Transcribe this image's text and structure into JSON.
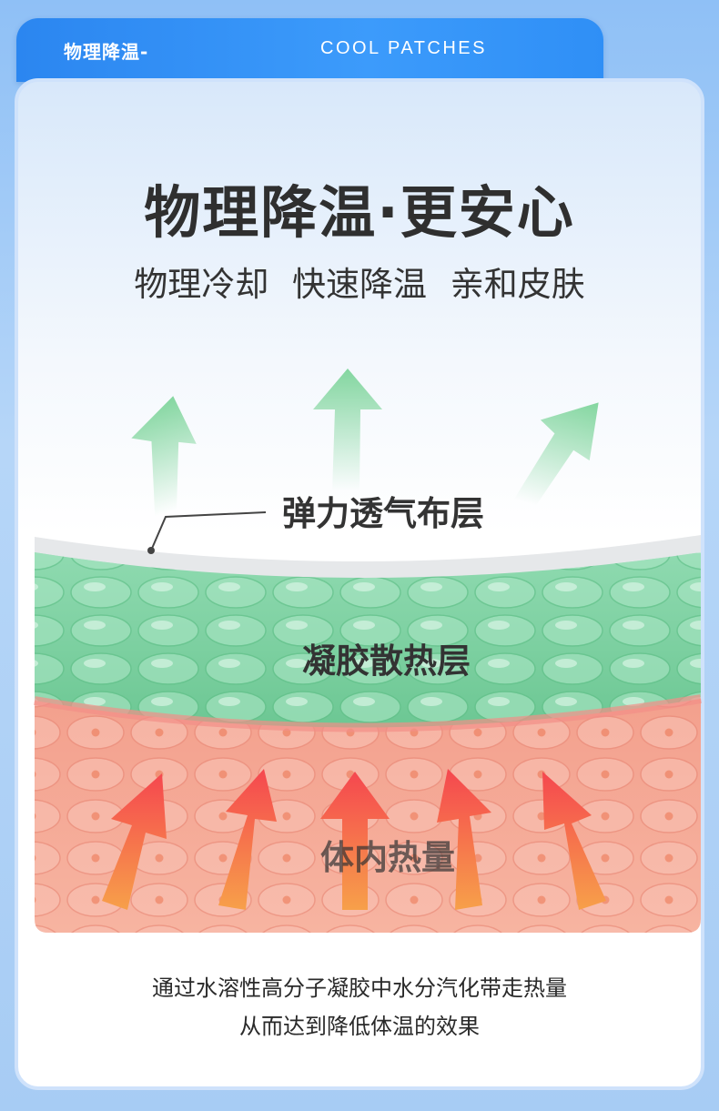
{
  "header": {
    "tab_title": "物理降温-",
    "tab_subtitle": "COOL PATCHES"
  },
  "hero": {
    "headline": "物理降温·更安心",
    "subline": "物理冷却 快速降温 亲和皮肤"
  },
  "diagram": {
    "layer_fabric": "弹力透气布层",
    "layer_gel": "凝胶散热层",
    "layer_body": "体内热量",
    "colors": {
      "fabric": "#e6e8ea",
      "gel": "#7fd3a3",
      "skin": "#f6a48f",
      "up_arrow_green": "#6fd08f",
      "heat_arrow": "#f5574f"
    }
  },
  "footer": {
    "line1": "通过水溶性高分子凝胶中水分汽化带走热量",
    "line2": "从而达到降低体温的效果"
  }
}
